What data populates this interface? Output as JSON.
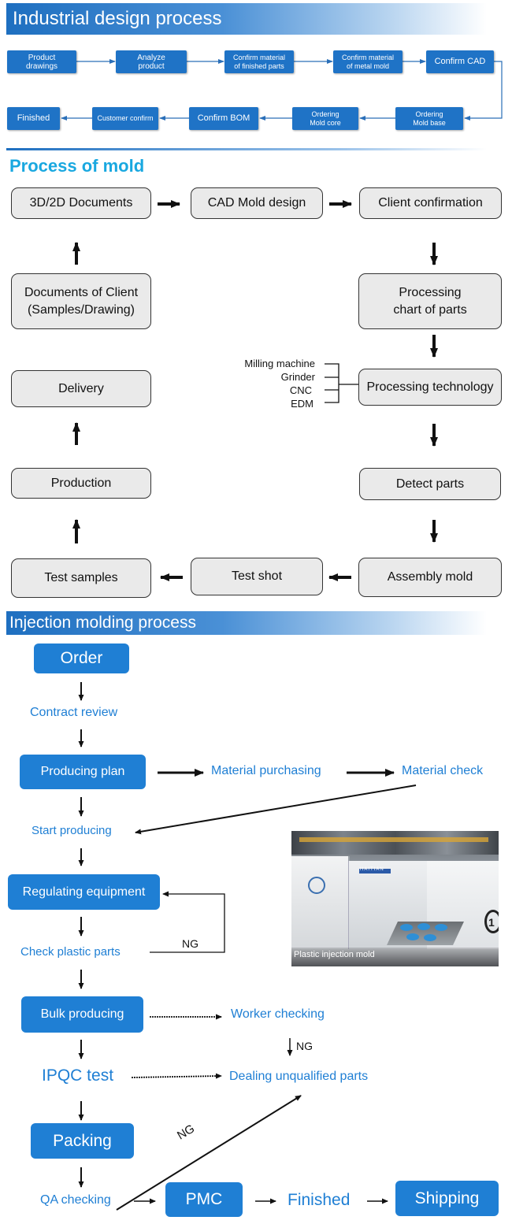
{
  "sections": {
    "industrial": "Industrial design process",
    "mold": "Process of mold",
    "injection": "Injection molding process"
  },
  "industrial_steps": {
    "product_drawings": "Product\ndrawings",
    "analyze_product": "Analyze\nproduct",
    "confirm_material_finished": "Confirm material\nof finished parts",
    "confirm_material_metal": "Confirm material\nof metal mold",
    "confirm_cad": "Confirm CAD",
    "ordering_mold_base": "Ordering\nMold base",
    "ordering_mold_core": "Ordering\nMold core",
    "confirm_bom": "Confirm BOM",
    "customer_confirm": "Customer confirm",
    "finished": "Finished"
  },
  "mold_steps": {
    "docs_3d2d": "3D/2D Documents",
    "cad_mold_design": "CAD Mold design",
    "client_confirmation": "Client confirmation",
    "documents_of_client": "Documents of Client\n(Samples/Drawing)",
    "processing_chart": "Processing\nchart of parts",
    "delivery": "Delivery",
    "processing_technology": "Processing technology",
    "production": "Production",
    "detect_parts": "Detect parts",
    "test_samples": "Test samples",
    "test_shot": "Test shot",
    "assembly_mold": "Assembly mold"
  },
  "machines": [
    "Milling machine",
    "Grinder",
    "CNC",
    "EDM"
  ],
  "injection_steps": {
    "order": "Order",
    "contract_review": "Contract review",
    "producing_plan": "Producing plan",
    "material_purchasing": "Material purchasing",
    "material_check": "Material check",
    "start_producing": "Start producing",
    "regulating_equipment": "Regulating equipment",
    "check_plastic_parts": "Check plastic parts",
    "ng_1": "NG",
    "bulk_producing": "Bulk producing",
    "worker_checking": "Worker checking",
    "ng_2": "NG",
    "ipqc_test": "IPQC test",
    "dealing_unqualified": "Dealing unqualified parts",
    "packing": "Packing",
    "ng_3": "NG",
    "qa_checking": "QA checking",
    "pmc": "PMC",
    "finished": "Finished",
    "shipping": "Shipping"
  },
  "photo": {
    "caption": "Plastic injection mold",
    "brand": "HAITIAN"
  },
  "colors": {
    "header_blue": "#1e6fc0",
    "box_blue": "#1f73c6",
    "text_blue": "#1f7fd4",
    "mold_title": "#19a8e0",
    "gray_box": "#eaeaea"
  }
}
